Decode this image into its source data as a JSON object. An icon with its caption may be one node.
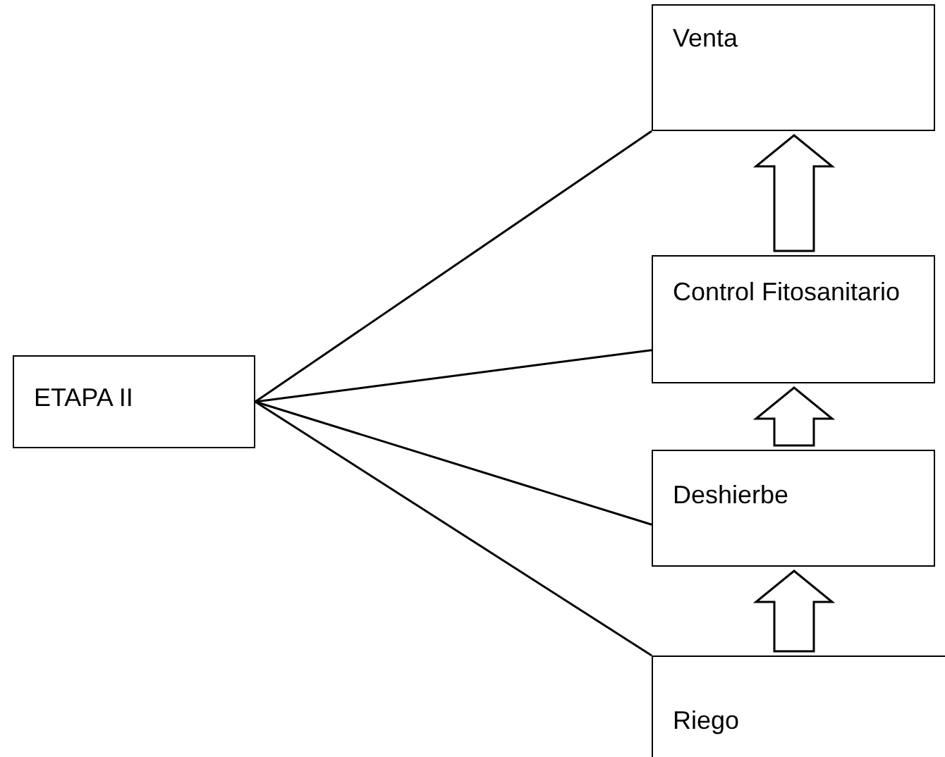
{
  "diagram": {
    "nodes": [
      {
        "text": [
          "ETAPA II"
        ]
      },
      {
        "text": [
          "Venta"
        ]
      },
      {
        "text": [
          "Control Fitosanitario"
        ]
      },
      {
        "text": [
          "Deshierbe"
        ]
      },
      {
        "text": [
          "Riego"
        ]
      }
    ],
    "edges": [
      {
        "from": 0,
        "to": 1,
        "arrow": "none"
      },
      {
        "from": 0,
        "to": 2,
        "arrow": "none"
      },
      {
        "from": 0,
        "to": 3,
        "arrow": "none"
      },
      {
        "from": 0,
        "to": 4,
        "arrow": "none"
      },
      {
        "from": 4,
        "to": 3,
        "arrow": "to",
        "style": "thick"
      },
      {
        "from": 3,
        "to": 2,
        "arrow": "to",
        "style": "thick"
      },
      {
        "from": 2,
        "to": 1,
        "arrow": "to",
        "style": "thick"
      }
    ]
  }
}
